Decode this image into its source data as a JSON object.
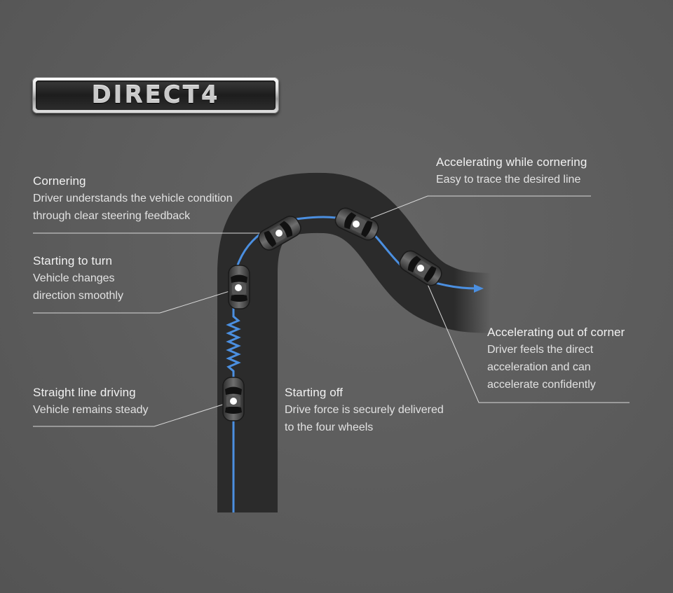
{
  "logo": {
    "text": "DIRECT4"
  },
  "callouts": {
    "cornering": {
      "title": "Cornering",
      "desc": "Driver understands the vehicle condition\nthrough clear steering feedback"
    },
    "starting_turn": {
      "title": "Starting to turn",
      "desc": "Vehicle changes\ndirection smoothly"
    },
    "straight": {
      "title": "Straight line driving",
      "desc": "Vehicle remains steady"
    },
    "starting_off": {
      "title": "Starting off",
      "desc": "Drive force is securely delivered\nto the four wheels"
    },
    "accel_cornering": {
      "title": "Accelerating while cornering",
      "desc": "Easy to trace the desired line"
    },
    "accel_out": {
      "title": "Accelerating out of corner",
      "desc": "Driver feels the direct\nacceleration and can\naccelerate confidently"
    }
  },
  "colors": {
    "background": "#5e5e5e",
    "road": "#2a2a2a",
    "path": "#4b8fe0",
    "leader": "#d8d8d8",
    "car": "#3c3c3c"
  }
}
